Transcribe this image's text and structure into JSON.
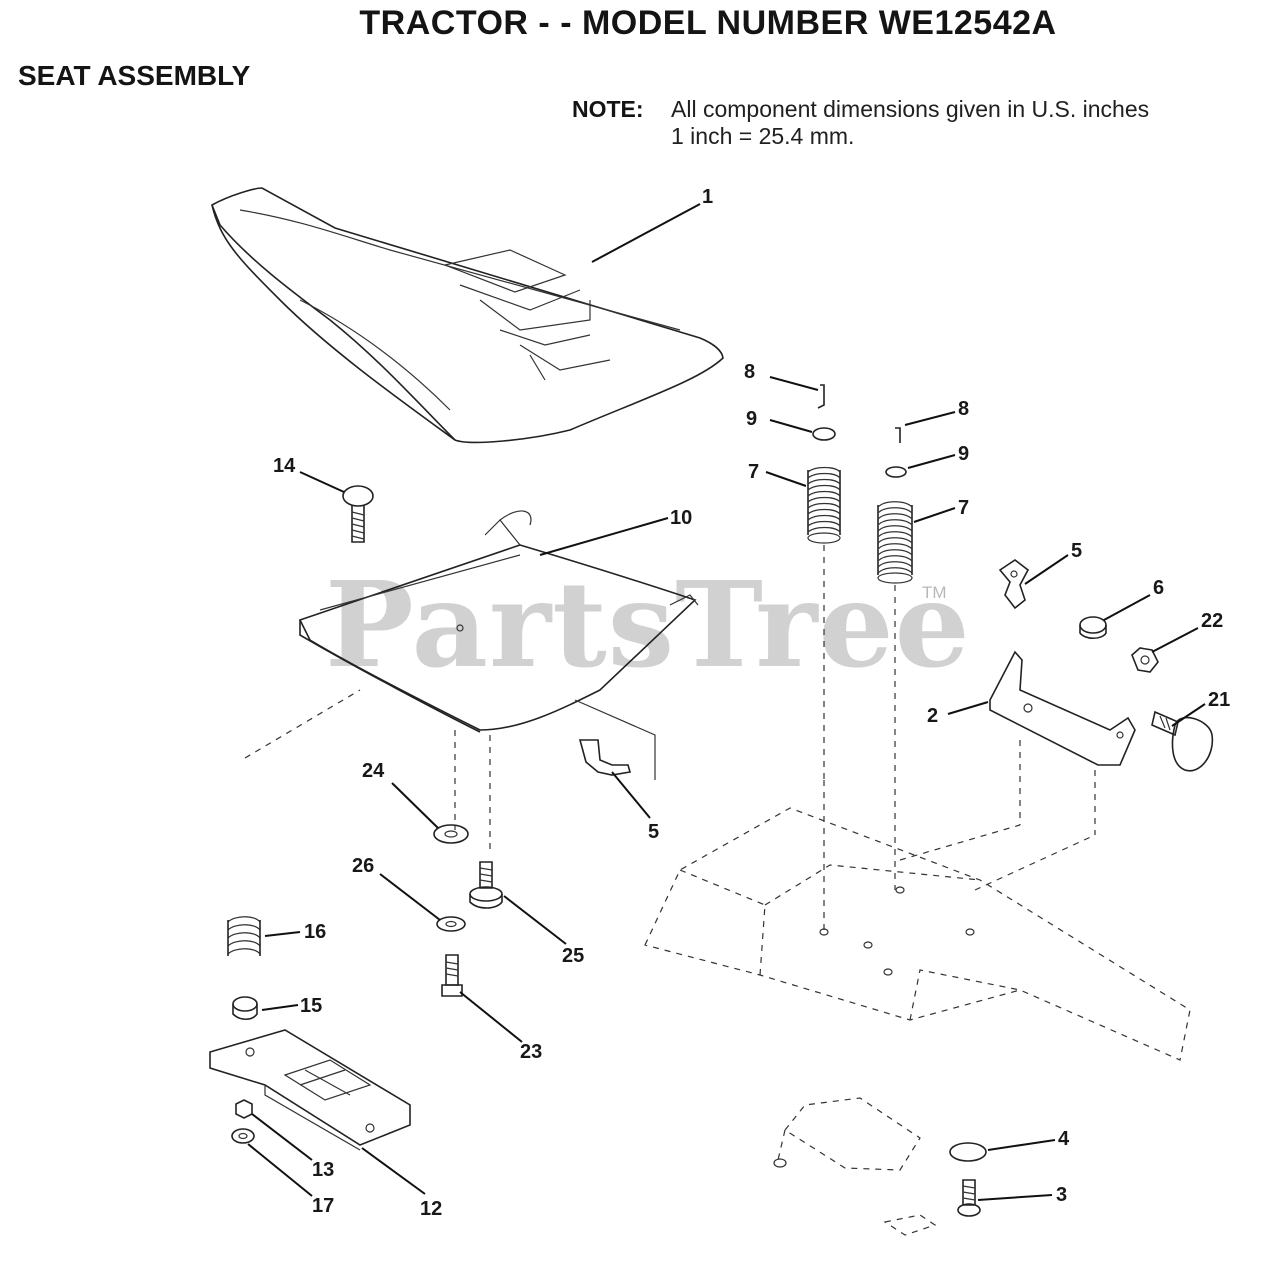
{
  "header": {
    "title": "TRACTOR - - MODEL NUMBER WE12542A",
    "section": "SEAT ASSEMBLY",
    "note_label": "NOTE:",
    "note_lines": [
      "All component dimensions given in U.S. inches",
      "1 inch = 25.4 mm."
    ]
  },
  "watermark": {
    "text": "PartsTree",
    "tm": "TM"
  },
  "callouts": {
    "seat": "1",
    "bracket": "2",
    "bolt_front": "3",
    "washer_front": "4",
    "clip_right": "5",
    "clip_left": "5",
    "cap_right": "6",
    "spring_left": "7",
    "spring_right": "7",
    "pin_left": "8",
    "pin_right": "8",
    "washer_left": "9",
    "washer_right": "9",
    "pan": "10",
    "slide_plate": "12",
    "nut_slide": "13",
    "carriage_bolt": "14",
    "bushing": "15",
    "spring_small": "16",
    "washer_slide": "17",
    "knob": "21",
    "nut_bracket": "22",
    "bolt_center": "23",
    "washer_upper": "24",
    "shoulder_bolt": "25",
    "washer_lower": "26"
  }
}
